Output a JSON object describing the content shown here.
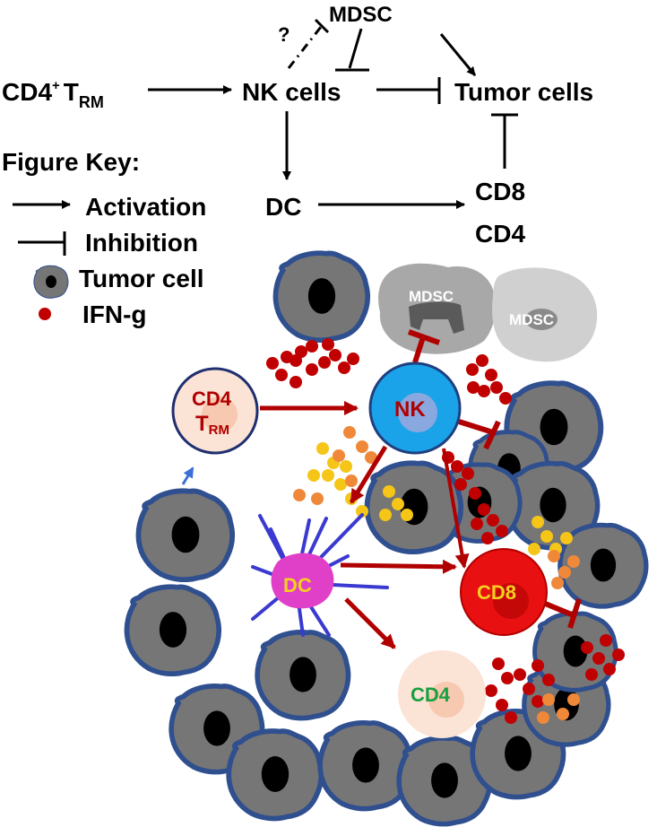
{
  "pathway": {
    "nodes": {
      "mdsc": "MDSC",
      "cd4_trm_main": "CD4",
      "cd4_trm_sup": "+",
      "cd4_trm_t": "T",
      "cd4_trm_sub": "RM",
      "nk_cells": "NK cells",
      "tumor_cells": "Tumor cells",
      "dc": "DC",
      "cd8": "CD8",
      "cd4": "CD4"
    },
    "unknown_marker": "?",
    "edges": [
      {
        "from": "CD4+ TRM",
        "to": "NK cells",
        "type": "activation"
      },
      {
        "from": "NK cells",
        "to": "Tumor cells",
        "type": "inhibition"
      },
      {
        "from": "NK cells",
        "to": "DC",
        "type": "activation"
      },
      {
        "from": "DC",
        "to": "CD8/CD4",
        "type": "activation"
      },
      {
        "from": "CD8/CD4",
        "to": "Tumor cells",
        "type": "inhibition"
      },
      {
        "from": "MDSC",
        "to": "NK cells",
        "type": "inhibition"
      },
      {
        "from": "MDSC",
        "to": "Tumor cells",
        "type": "activation"
      },
      {
        "from": "NK cells",
        "to": "MDSC",
        "type": "inhibition-uncertain"
      }
    ]
  },
  "legend": {
    "title": "Figure Key:",
    "items": [
      {
        "symbol": "arrow",
        "label": "Activation"
      },
      {
        "symbol": "t-bar",
        "label": "Inhibition"
      },
      {
        "symbol": "tumor-cell",
        "label": "Tumor cell"
      },
      {
        "symbol": "red-dot",
        "label": "IFN-g"
      }
    ]
  },
  "illustration": {
    "cd4_trm": {
      "line1": "CD4",
      "line2_t": "T",
      "line2_sub": "RM"
    },
    "nk": "NK",
    "mdsc_1": "MDSC",
    "mdsc_2": "MDSC",
    "dc": "DC",
    "cd8": "CD8",
    "cd4": "CD4"
  },
  "colors": {
    "tumor_fill": "#767676",
    "tumor_stroke": "#2f4f8f",
    "nucleus": "#000000",
    "ifn_dot": "#c00000",
    "yellow_dot": "#f5c518",
    "orange_dot": "#f0883a",
    "nk_fill": "#1aa3e8",
    "cd8_fill": "#e81010",
    "dc_fill": "#e040c8",
    "cd4_trm_fill": "#fbe3d6",
    "red_arrow": "#b00000",
    "label_red": "#b00000",
    "label_yellow": "#f5d020",
    "label_green": "#18a040"
  }
}
